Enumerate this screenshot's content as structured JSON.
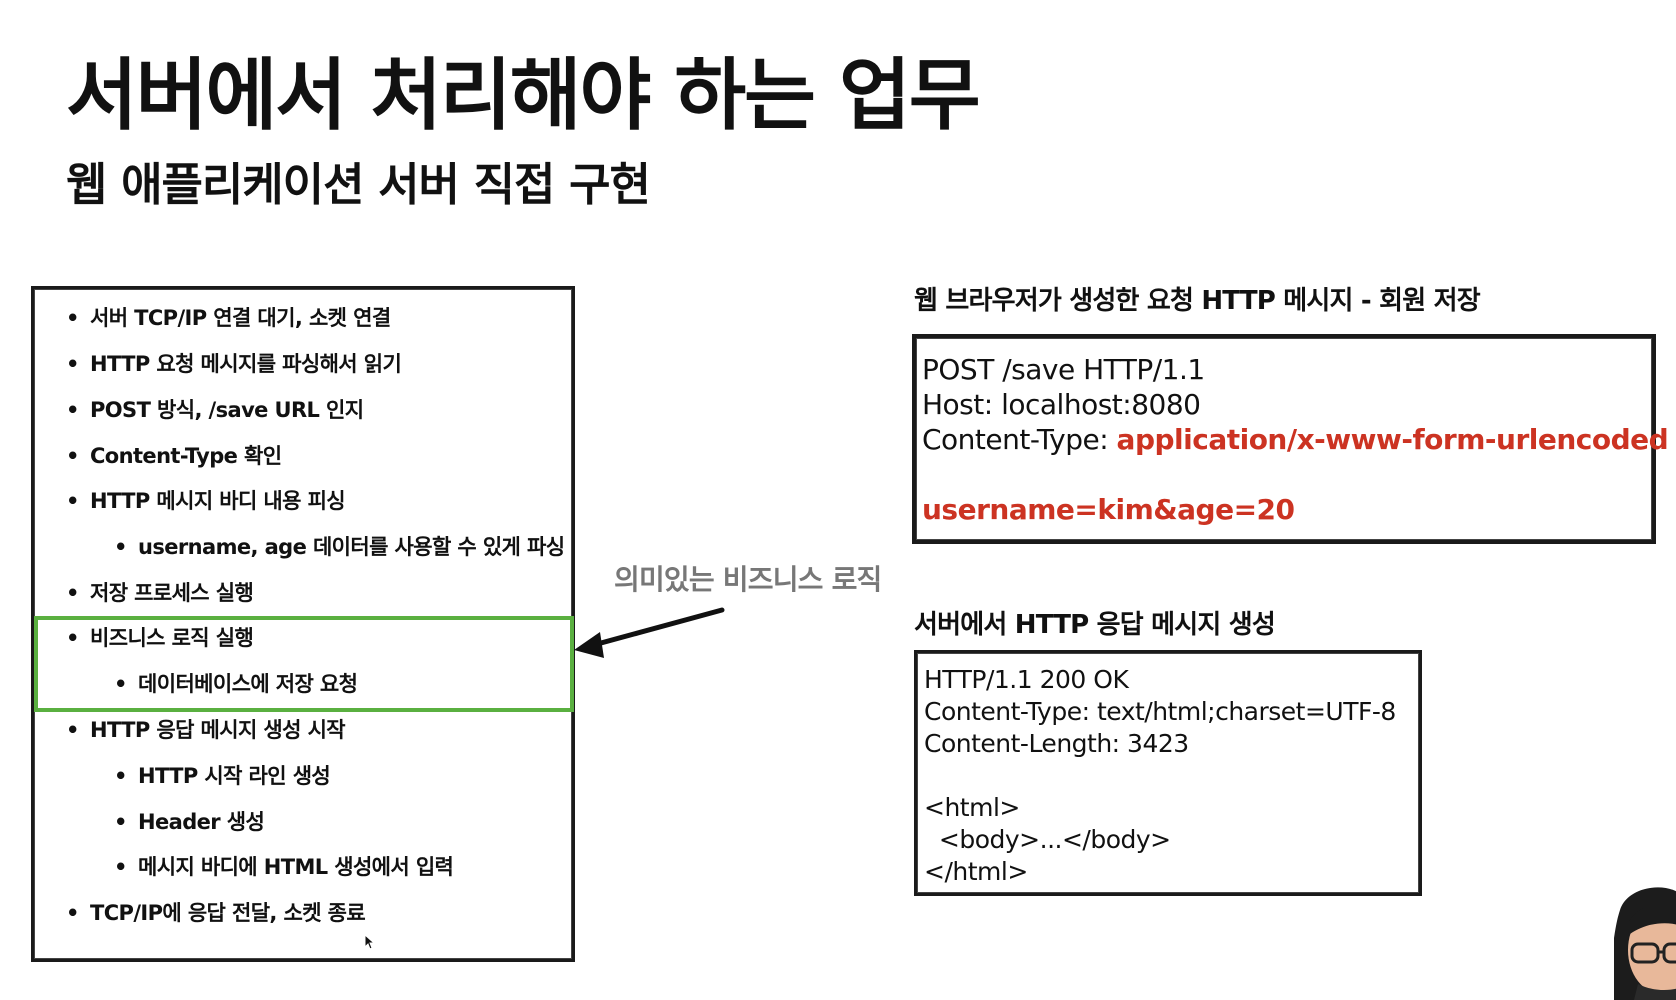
{
  "slide": {
    "title": "서버에서 처리해야 하는 업무",
    "subtitle": "웹 애플리케이션 서버 직접 구현"
  },
  "steps": [
    {
      "text": "서버 TCP/IP 연결 대기, 소켓 연결",
      "level": 1
    },
    {
      "text": "HTTP 요청 메시지를 파싱해서 읽기",
      "level": 1
    },
    {
      "text": "POST 방식, /save URL 인지",
      "level": 1
    },
    {
      "text": "Content-Type 확인",
      "level": 1
    },
    {
      "text": "HTTP 메시지 바디 내용 피싱",
      "level": 1
    },
    {
      "text": "username, age 데이터를 사용할 수 있게 파싱",
      "level": 2
    },
    {
      "text": "저장 프로세스 실행",
      "level": 1
    },
    {
      "text": "비즈니스 로직 실행",
      "level": 1
    },
    {
      "text": "데이터베이스에 저장 요청",
      "level": 2
    },
    {
      "text": "HTTP 응답 메시지 생성 시작",
      "level": 1
    },
    {
      "text": "HTTP 시작 라인 생성",
      "level": 2
    },
    {
      "text": "Header 생성",
      "level": 2
    },
    {
      "text": "메시지 바디에 HTML 생성에서 입력",
      "level": 2
    },
    {
      "text": "TCP/IP에 응답 전달, 소켓 종료",
      "level": 1
    }
  ],
  "bullet_char": "•",
  "callout": {
    "label": "의미있는 비즈니스 로직",
    "highlight_color": "#5ab040"
  },
  "request": {
    "heading": "웹 브라우저가 생성한 요청 HTTP 메시지 - 회원 저장",
    "line1": "POST /save HTTP/1.1",
    "line2": "Host: localhost:8080",
    "line3_prefix": "Content-Type: ",
    "line3_value": "application/x-www-form-urlencoded",
    "body": "username=kim&age=20",
    "highlight_color": "#cc3322"
  },
  "response": {
    "heading": "서버에서 HTTP 응답 메시지 생성",
    "lines": [
      "HTTP/1.1 200 OK",
      "Content-Type: text/html;charset=UTF-8",
      "Content-Length: 3423",
      "",
      "<html>",
      "  <body>...</body>",
      "</html>"
    ]
  }
}
